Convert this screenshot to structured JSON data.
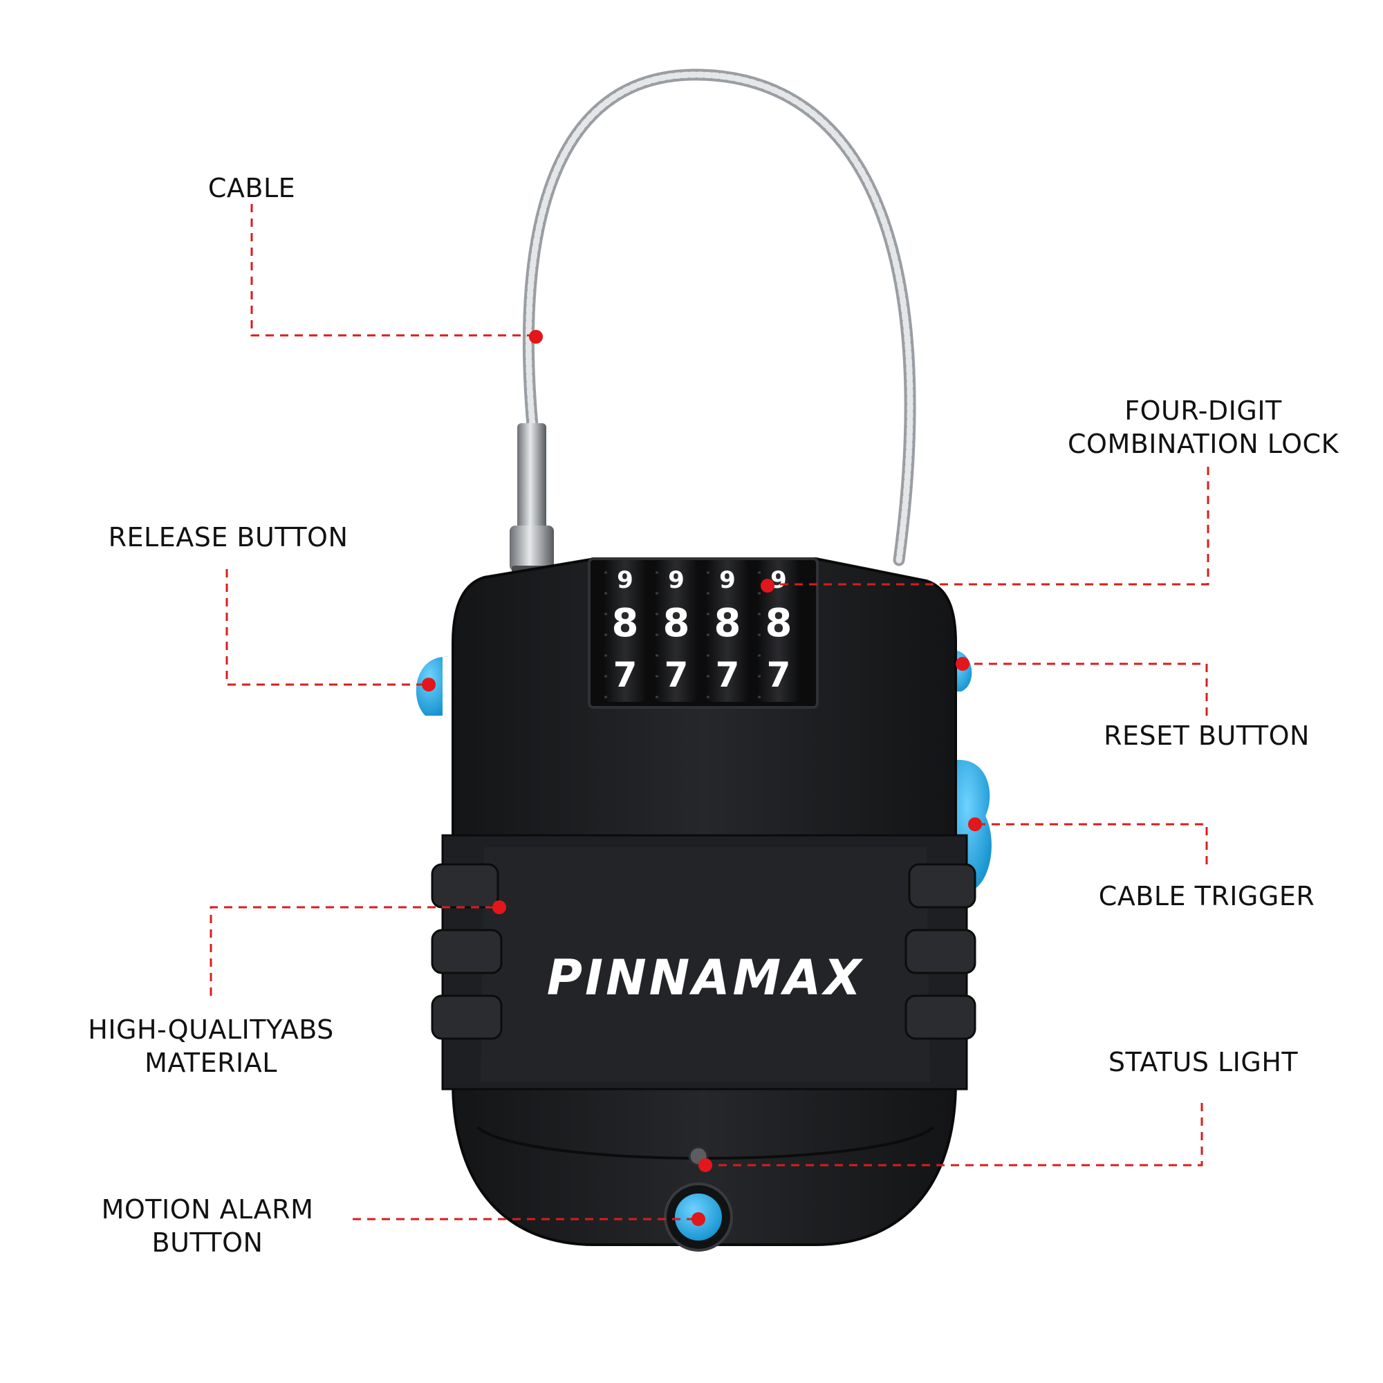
{
  "brand": {
    "name": "PINNAMAX"
  },
  "colors": {
    "callout_line": "#d81d1d",
    "callout_dot": "#e3161b",
    "body": "#1b1c1e",
    "body_highlight": "#2c2d30",
    "accent_button": "#1ea7e0",
    "cable": "#c9ccd0",
    "dial_text": "#ffffff"
  },
  "combination_dials": [
    {
      "top": "9",
      "middle": "8",
      "bottom": "7"
    },
    {
      "top": "9",
      "middle": "8",
      "bottom": "7"
    },
    {
      "top": "9",
      "middle": "8",
      "bottom": "7"
    },
    {
      "top": "9",
      "middle": "8",
      "bottom": "7"
    }
  ],
  "callouts": {
    "cable": {
      "lines": [
        "CABLE"
      ]
    },
    "release_button": {
      "lines": [
        "RELEASE BUTTON"
      ]
    },
    "abs_material": {
      "lines": [
        "HIGH-QUALITYABS",
        "MATERIAL"
      ]
    },
    "motion_alarm": {
      "lines": [
        "MOTION ALARM",
        "BUTTON"
      ]
    },
    "combination_lock": {
      "lines": [
        "FOUR-DIGIT",
        "COMBINATION LOCK"
      ]
    },
    "reset_button": {
      "lines": [
        "RESET BUTTON"
      ]
    },
    "cable_trigger": {
      "lines": [
        "CABLE TRIGGER"
      ]
    },
    "status_light": {
      "lines": [
        "STATUS LIGHT"
      ]
    }
  }
}
